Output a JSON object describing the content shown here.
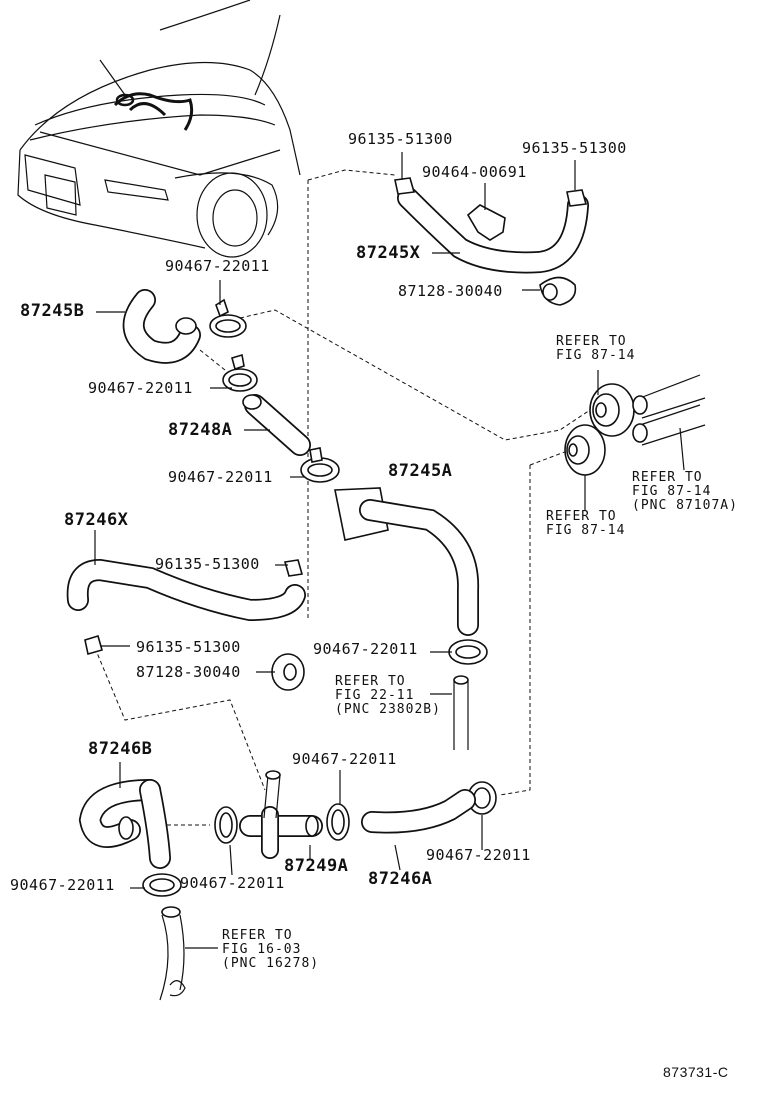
{
  "labels": {
    "p_96135_a": "96135-51300",
    "p_96135_b": "96135-51300",
    "p_90464": "90464-00691",
    "p_87245x": "87245X",
    "p_87128_a": "87128-30040",
    "p_90467_a": "90467-22011",
    "p_87245b": "87245B",
    "p_90467_b": "90467-22011",
    "p_87248a": "87248A",
    "p_90467_c": "90467-22011",
    "p_87245a": "87245A",
    "p_87246x": "87246X",
    "p_96135_c": "96135-51300",
    "p_96135_d": "96135-51300",
    "p_87128_b": "87128-30040",
    "p_90467_d": "90467-22011",
    "p_87246b": "87246B",
    "p_90467_e": "90467-22011",
    "p_90467_f": "90467-22011",
    "p_90467_g": "90467-22011",
    "p_87249a": "87249A",
    "p_87246a": "87246A",
    "p_90467_h": "90467-22011"
  },
  "refs": {
    "ref_fig8714_top": "REFER TO\nFIG 87-14",
    "ref_fig8714_right": "REFER TO\nFIG 87-14\n(PNC 87107A)",
    "ref_fig8714_mid": "REFER TO\nFIG 87-14",
    "ref_fig2211": "REFER TO\nFIG 22-11\n(PNC 23802B)",
    "ref_fig1603": "REFER TO\nFIG 16-03\n(PNC 16278)"
  },
  "diagram_code": "873731-C"
}
